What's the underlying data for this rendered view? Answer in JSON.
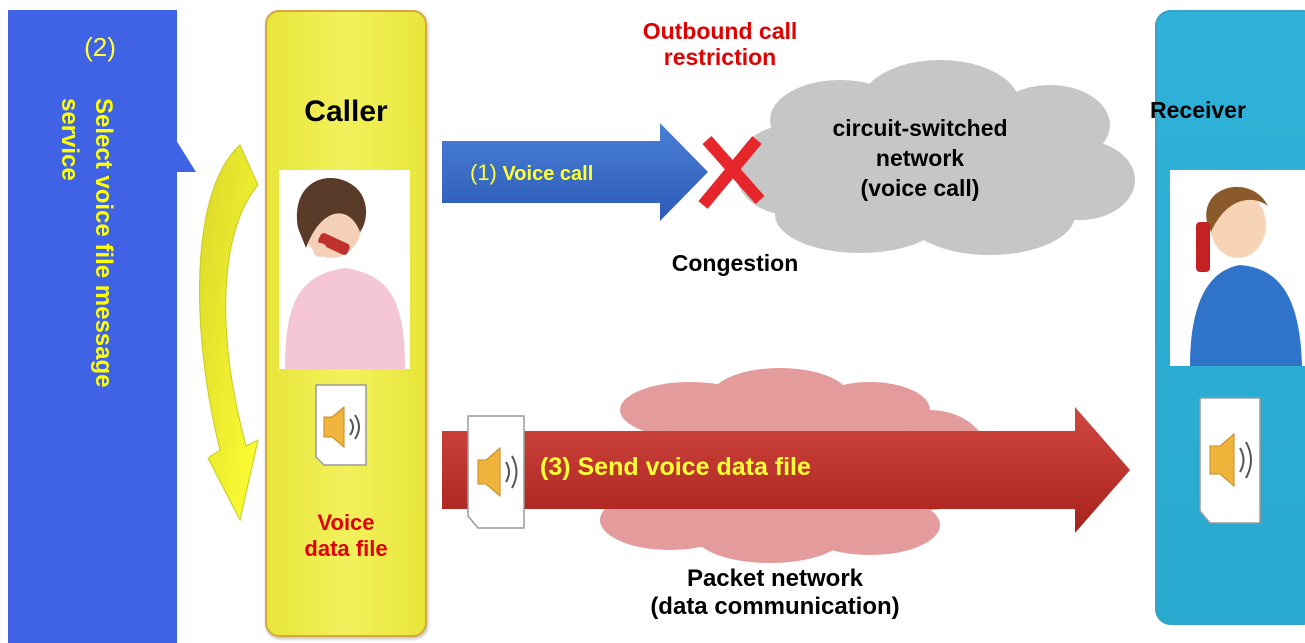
{
  "service": {
    "step": "(2)",
    "text": "Select voice file message\nservice"
  },
  "caller": {
    "title": "Caller",
    "file_label": "Voice\ndata file"
  },
  "receiver": {
    "title": "Receiver"
  },
  "restriction": {
    "text": "Outbound call\nrestriction"
  },
  "voice_call": {
    "step": "(1)",
    "label": "Voice call"
  },
  "congestion": {
    "text": "Congestion"
  },
  "circuit_network": {
    "text": "circuit-switched\nnetwork\n(voice call)"
  },
  "send": {
    "label": "(3) Send voice data file"
  },
  "packet_network": {
    "text": "Packet network\n(data communication)"
  },
  "colors": {
    "panel_blue": "#3f63e4",
    "caller_yellow": "#f2f15c",
    "receiver_teal": "#2fb1d9",
    "alert_red": "#e00000",
    "label_yellow": "#ffff33",
    "cloud_gray": "#c8c8c8",
    "cloud_pink": "#e29a9a"
  }
}
